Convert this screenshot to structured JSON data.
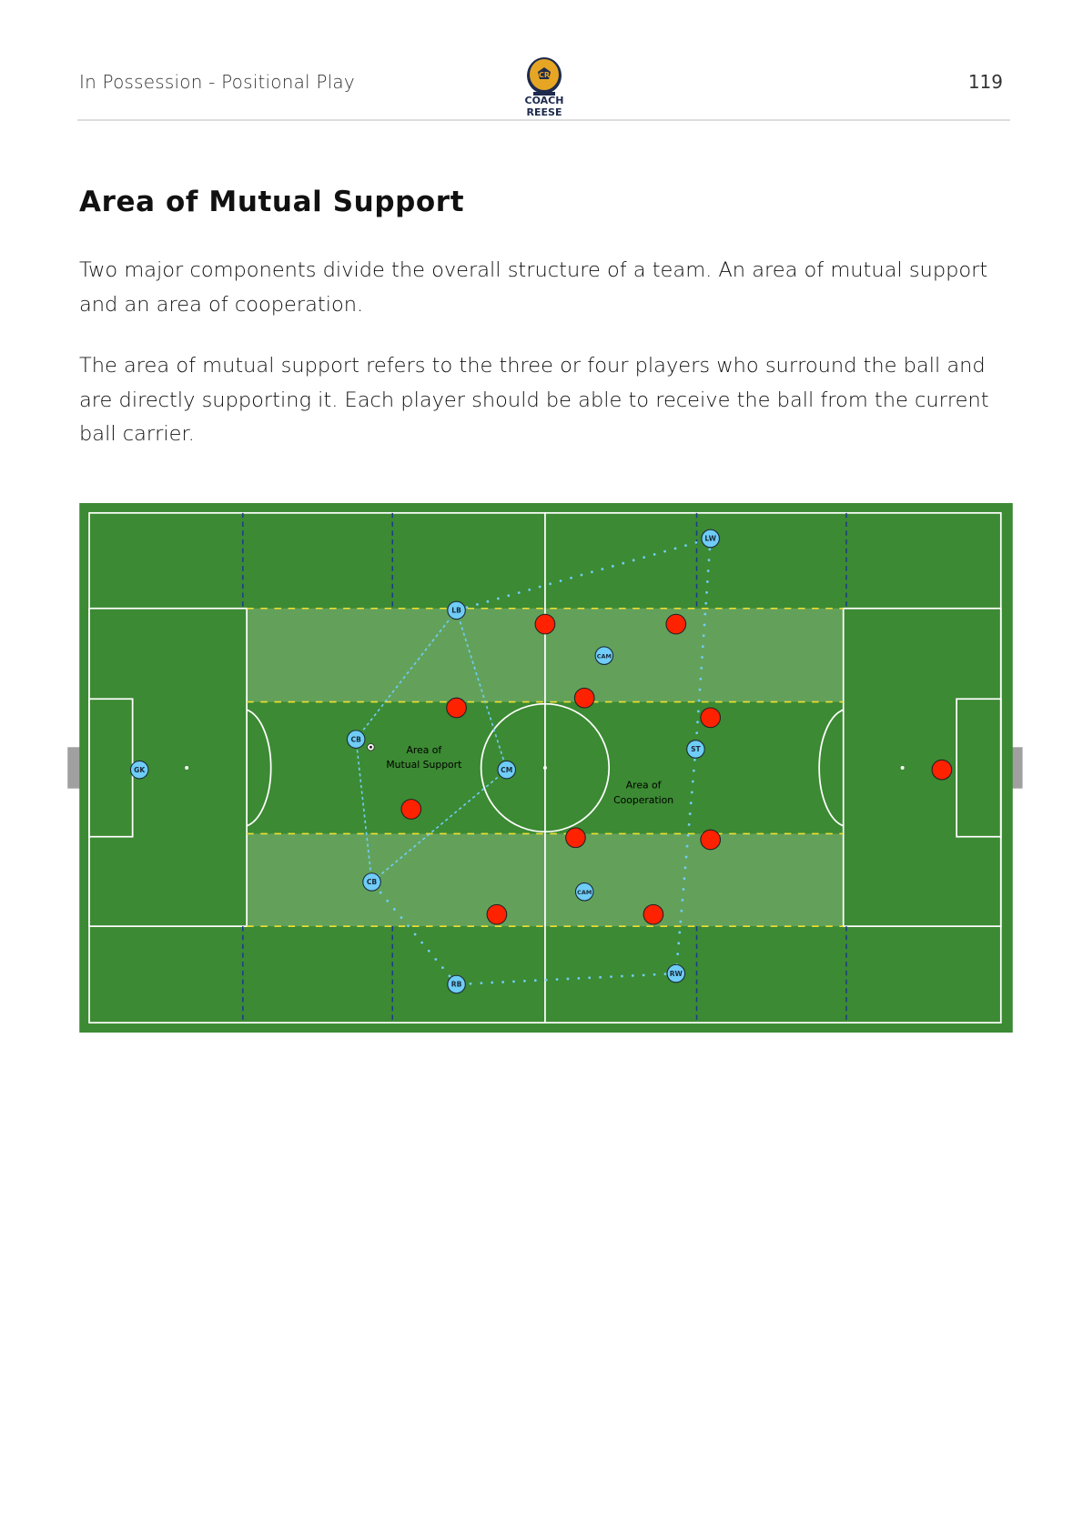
{
  "header": {
    "section": "In Possession - Positional Play",
    "page_number": "119",
    "logo_initials": "CR",
    "logo_name": "COACH REESE"
  },
  "title": "Area of Mutual Support",
  "paragraphs": [
    "Two major components divide the overall structure of a team. An area of mutual support and an area of cooperation.",
    "The area of mutual support refers to the three or four players who surround the ball and are directly supporting it. Each player should be able to receive the ball from the current ball carrier."
  ],
  "diagram": {
    "labels": {
      "mutual": [
        "Area of",
        "Mutual Support"
      ],
      "cooperation": [
        "Area of",
        "Cooperation"
      ]
    },
    "team_players": [
      "LW",
      "LB",
      "CAM",
      "CB",
      "GK",
      "CM",
      "ST",
      "CB",
      "CAM",
      "RW",
      "RB"
    ],
    "opponent_count": 11,
    "colors": {
      "grass": "#3c8a33",
      "team": "#6fcdf7",
      "opponent": "#ff2200",
      "zone_line": "#f0e030",
      "channel_line": "#1e3a8a",
      "link": "#6fcdf7"
    }
  }
}
